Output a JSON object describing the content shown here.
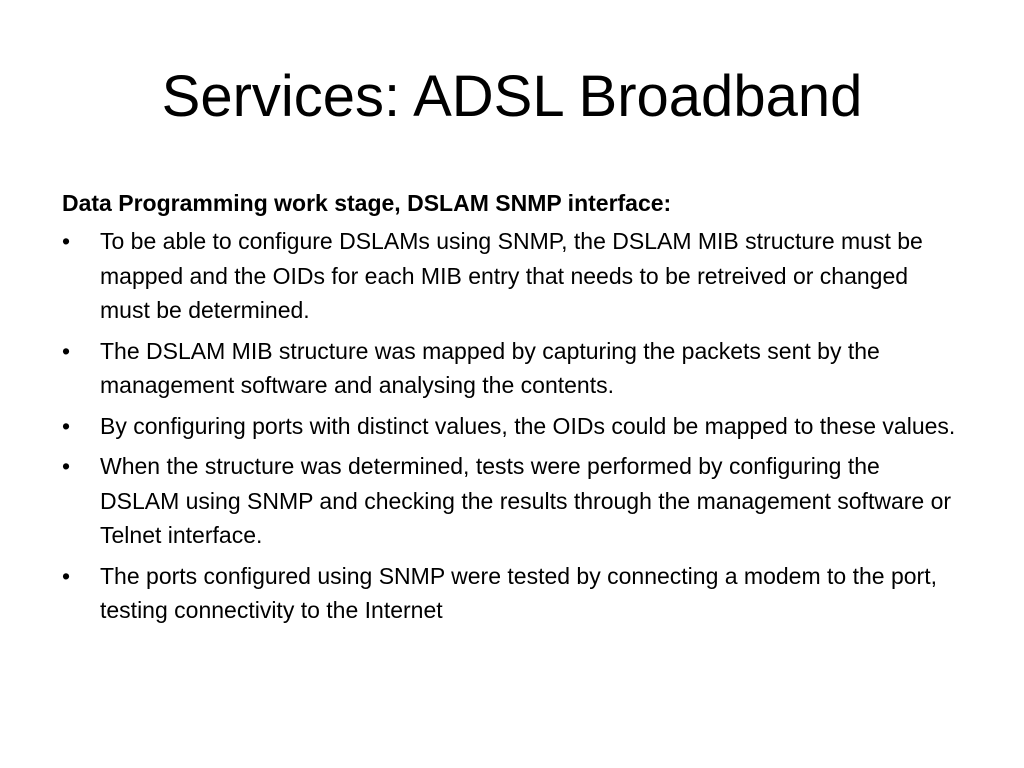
{
  "slide": {
    "title": "Services: ADSL Broadband",
    "heading": "Data Programming work stage, DSLAM SNMP interface:",
    "bullet_symbol": "•",
    "bullets": [
      "To be able to configure DSLAMs using SNMP, the DSLAM MIB structure must be mapped and the OIDs for each MIB entry that needs to be retreived or changed must be determined.",
      "The DSLAM MIB structure was mapped by capturing the packets sent by the management software and analysing the contents.",
      "By configuring ports with distinct values, the OIDs could be mapped to these values.",
      "When the structure was determined, tests were performed by configuring the DSLAM using SNMP and checking the results through the management software or Telnet interface.",
      "The ports configured using SNMP were tested by connecting a modem to the port, testing connectivity to the Internet"
    ]
  }
}
